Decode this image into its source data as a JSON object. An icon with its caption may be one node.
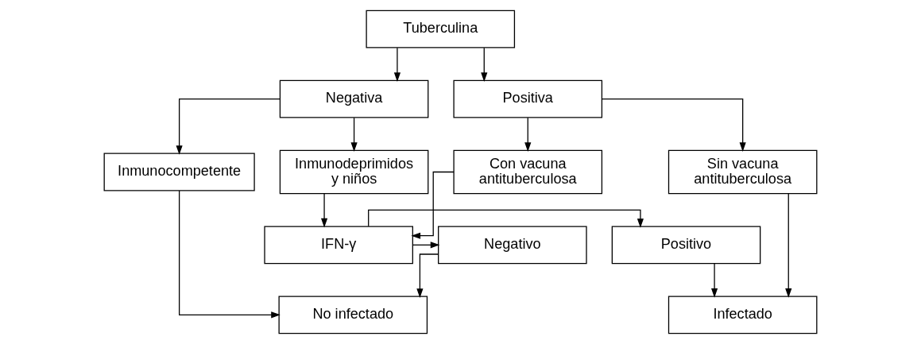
{
  "diagram": {
    "nodes": [
      {
        "text": [
          "Tuberculina"
        ]
      },
      {
        "text": [
          "Negativa"
        ]
      },
      {
        "text": [
          "Positiva"
        ]
      },
      {
        "text": [
          "Inmunocompetente"
        ]
      },
      {
        "text": [
          "Inmunodeprimidos y niños"
        ]
      },
      {
        "text": [
          "Con vacuna antituberculosa"
        ]
      },
      {
        "text": [
          "Sin vacuna antituberculosa"
        ]
      },
      {
        "text": [
          "Negativo"
        ]
      },
      {
        "text": [
          "IFN-γ"
        ]
      },
      {
        "text": [
          "Positivo"
        ]
      },
      {
        "text": [
          "No infectado"
        ]
      },
      {
        "text": [
          "Infectado"
        ]
      }
    ],
    "edges": [
      {
        "from": 0,
        "to": 1,
        "arrow": "to"
      },
      {
        "from": 0,
        "to": 2,
        "arrow": "to"
      },
      {
        "from": 1,
        "to": 3,
        "arrow": "to"
      },
      {
        "from": 1,
        "to": 4,
        "arrow": "to"
      },
      {
        "from": 2,
        "to": 5,
        "arrow": "to"
      },
      {
        "from": 2,
        "to": 6,
        "arrow": "to"
      },
      {
        "from": 4,
        "to": 8,
        "arrow": "to"
      },
      {
        "from": 5,
        "to": 8,
        "arrow": "to"
      },
      {
        "from": 8,
        "to": 7,
        "arrow": "to"
      },
      {
        "from": 8,
        "to": 9,
        "arrow": "to"
      },
      {
        "from": 7,
        "to": 10,
        "arrow": "to"
      },
      {
        "from": 9,
        "to": 11,
        "arrow": "to"
      },
      {
        "from": 3,
        "to": 10,
        "arrow": "to"
      },
      {
        "from": 6,
        "to": 11,
        "arrow": "to"
      }
    ]
  }
}
